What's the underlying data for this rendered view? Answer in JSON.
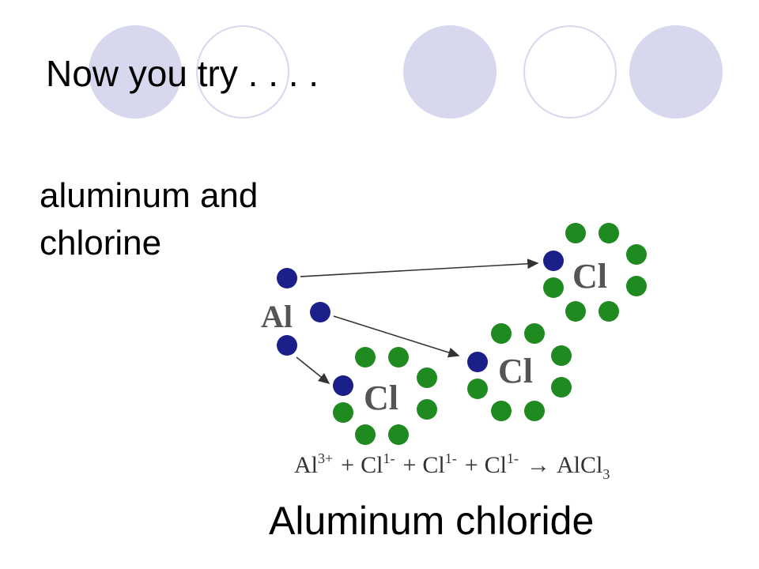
{
  "slide": {
    "title": "Now you try . . . .",
    "subtitle_line1": "aluminum and",
    "subtitle_line2": "chlorine",
    "caption": "Aluminum chloride"
  },
  "diagram": {
    "donor_atom": "Al",
    "acceptor_atoms": [
      "Cl",
      "Cl",
      "Cl"
    ],
    "equation": {
      "terms": [
        {
          "symbol": "Al",
          "charge": "3+"
        },
        {
          "symbol": "Cl",
          "charge": "1-"
        },
        {
          "symbol": "Cl",
          "charge": "1-"
        },
        {
          "symbol": "Cl",
          "charge": "1-"
        }
      ],
      "plus": "+",
      "arrow": "→",
      "product_symbol": "AlCl",
      "product_subscript": "3"
    }
  },
  "colors": {
    "donor_electron": "#1a1f8a",
    "chlorine_electron": "#1f8a1f",
    "decor_circle": "#d7d7ee"
  }
}
